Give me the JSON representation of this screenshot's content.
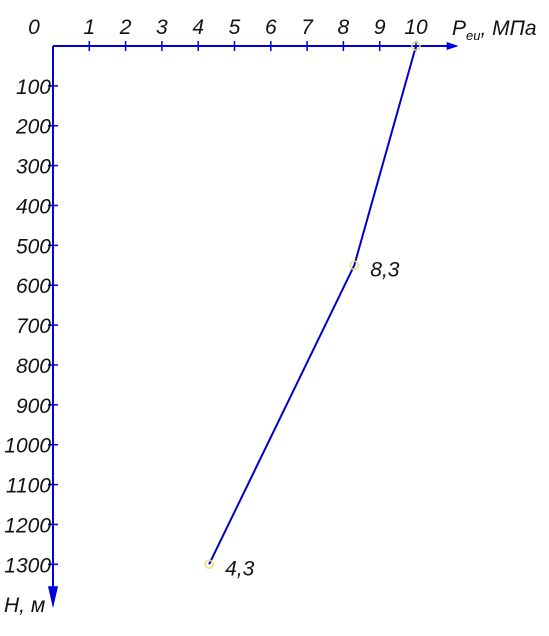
{
  "chart_data": {
    "type": "line",
    "x_axis": {
      "position": "top",
      "label_main": "P",
      "label_sub": "еи",
      "label_unit": ", МПа",
      "ticks": [
        0,
        1,
        2,
        3,
        4,
        5,
        6,
        7,
        8,
        9,
        10
      ],
      "range": [
        0,
        10.9
      ]
    },
    "y_axis": {
      "direction": "down",
      "label": "H, м",
      "ticks": [
        100,
        200,
        300,
        400,
        500,
        600,
        700,
        800,
        900,
        1000,
        1100,
        1200,
        1300
      ],
      "range": [
        0,
        1360
      ]
    },
    "series": [
      {
        "points": [
          {
            "x": 10.0,
            "y": 0,
            "label": ""
          },
          {
            "x": 8.3,
            "y": 550,
            "label": "8,3"
          },
          {
            "x": 4.3,
            "y": 1300,
            "label": "4,3"
          }
        ]
      }
    ],
    "colors": {
      "axis": "#0000dd",
      "line": "#0000cc",
      "marker": "#e8e070",
      "text": "#111111"
    },
    "grid": false
  }
}
